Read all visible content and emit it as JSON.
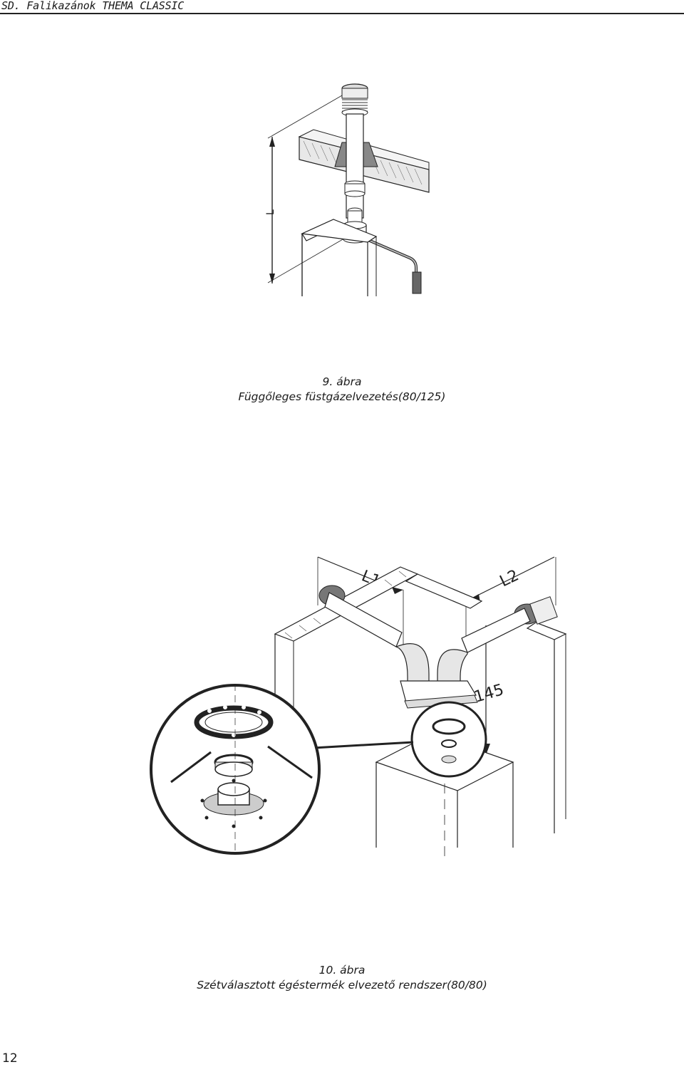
{
  "header": {
    "title": "SD. Falikazánok THEMA CLASSIC"
  },
  "figure1": {
    "dimension_label": "L",
    "caption_number": "9. ábra",
    "caption_text": "Függőleges füstgázelvezetés(80/125)"
  },
  "figure2": {
    "dimension_labels": {
      "l1": "L1",
      "l2": "L2",
      "height": "145"
    },
    "caption_number": "10. ábra",
    "caption_text": "Szétválasztott égéstermék elvezető rendszer(80/80)"
  },
  "footer": {
    "page_number": "12"
  }
}
